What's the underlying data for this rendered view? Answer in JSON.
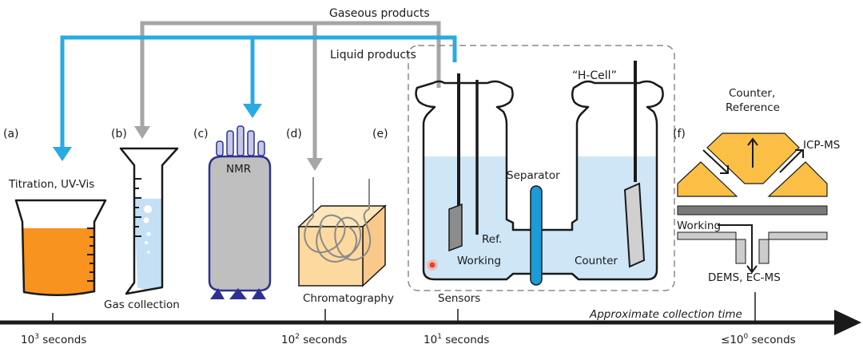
{
  "flow": {
    "gaseous": "Gaseous products",
    "liquid": "Liquid products"
  },
  "panels": {
    "a": {
      "letter": "(a)",
      "caption": "Titration, UV-Vis"
    },
    "b": {
      "letter": "(b)",
      "caption": "Gas collection"
    },
    "c": {
      "letter": "(c)",
      "caption": "NMR"
    },
    "d": {
      "letter": "(d)",
      "caption": "Chromatography"
    },
    "e": {
      "letter": "(e)",
      "title": "“H-Cell”",
      "separator": "Separator",
      "ref": "Ref.",
      "working": "Working",
      "counter": "Counter",
      "sensors": "Sensors"
    },
    "f": {
      "letter": "(f)",
      "counter_ref_1": "Counter,",
      "counter_ref_2": "Reference",
      "icpms": "ICP-MS",
      "working": "Working",
      "dems": "DEMS, EC-MS"
    }
  },
  "timeline": {
    "label": "Approximate collection time",
    "ticks": [
      {
        "base": "10",
        "exp": "3",
        "unit": " seconds",
        "prefix": ""
      },
      {
        "base": "10",
        "exp": "2",
        "unit": " seconds",
        "prefix": ""
      },
      {
        "base": "10",
        "exp": "1",
        "unit": " seconds",
        "prefix": ""
      },
      {
        "base": "10",
        "exp": "0",
        "unit": " seconds",
        "prefix": "≤"
      }
    ]
  },
  "colors": {
    "blue_line": "#29abe2",
    "gray_line": "#a6a6a6",
    "orange": "#f7931e",
    "light_blue": "#c5e0f5",
    "cell_blue": "#cfe6f7",
    "yellow": "#fbbf45",
    "tan": "#fdd9a0",
    "nmr_gray": "#bfbfbf",
    "nmr_border": "#2e3192",
    "sep_blue": "#1b9bd7"
  }
}
